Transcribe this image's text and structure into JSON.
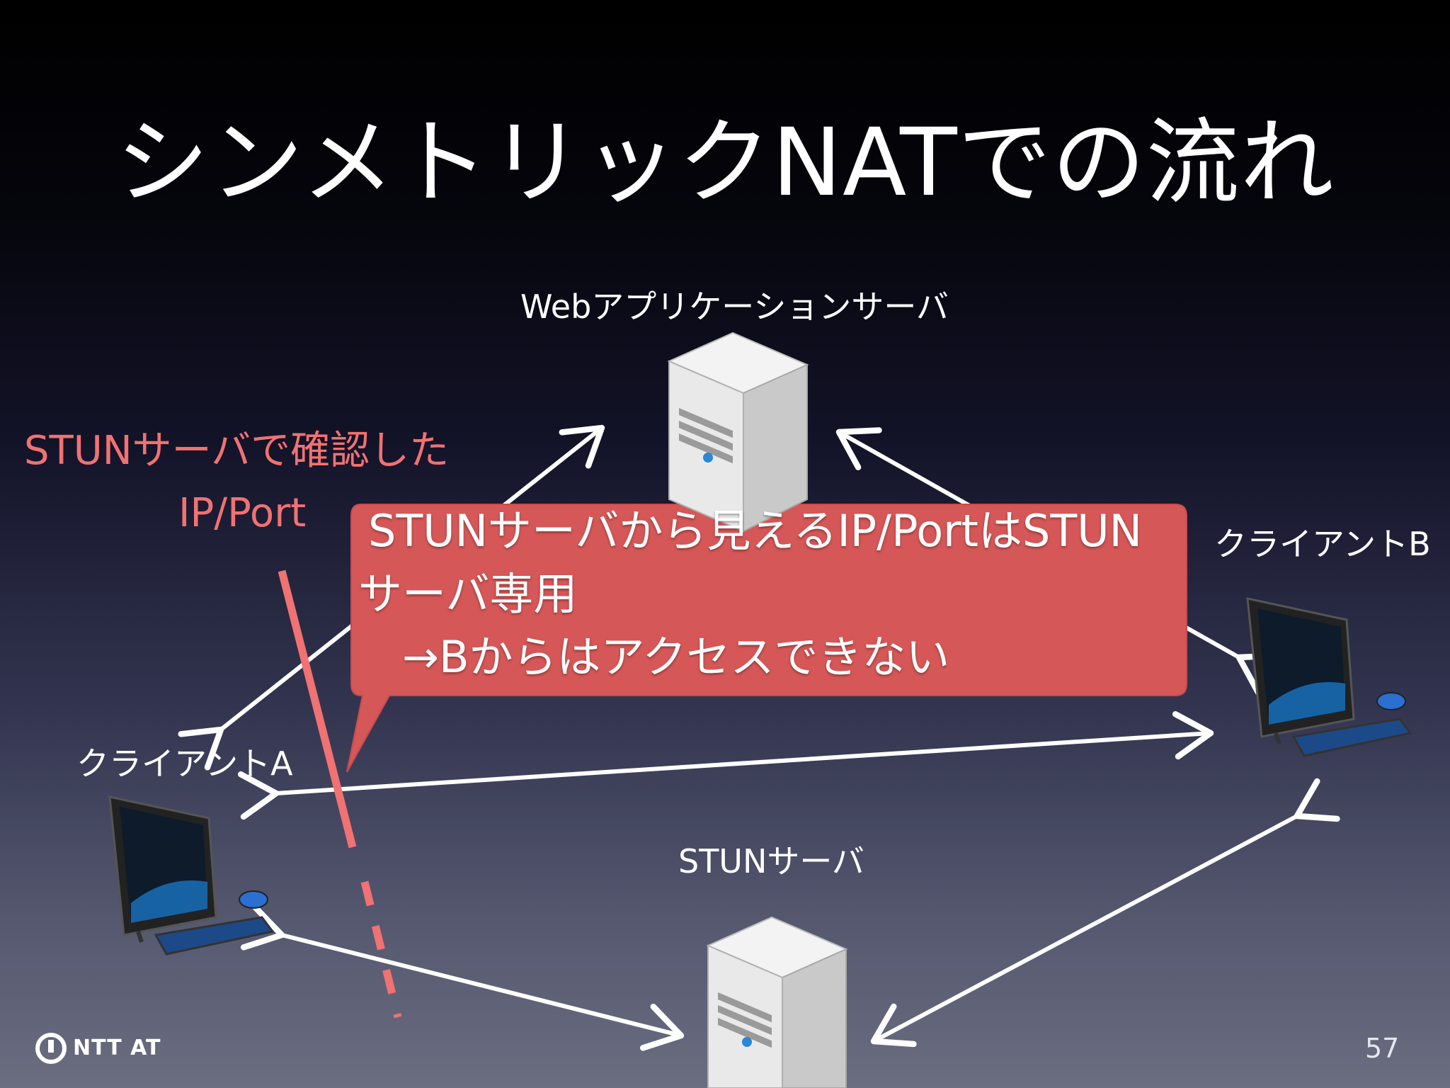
{
  "slide": {
    "title": "シンメトリックNATでの流れ",
    "page_number": "57",
    "logo_text": "NTT AT"
  },
  "nodes": {
    "web_server": "Webアプリケーションサーバ",
    "client_a": "クライアントA",
    "client_b": "クライアントB",
    "stun_server": "STUNサーバ"
  },
  "annotation": {
    "line1": "STUNサーバで確認した",
    "line2": "IP/Port"
  },
  "callout": {
    "line1": "STUNサーバから見えるIP/PortはSTUN",
    "line2": "サーバ専用",
    "line3": "→Bからはアクセスできない"
  },
  "colors": {
    "callout_fill": "#d55757",
    "annotation_text": "#f07272",
    "nat_line": "#f07272",
    "arrows": "#ffffff"
  }
}
